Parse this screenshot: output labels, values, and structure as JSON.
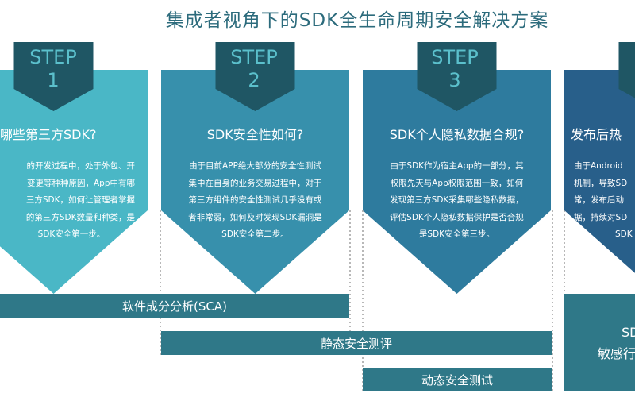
{
  "title": "集成者视角下的SDK全生命周期安全解决方案",
  "colors": {
    "step1": "#4ab7c6",
    "step2": "#3790ac",
    "step3": "#2e7b9e",
    "step4": "#285f8a",
    "tab": "#1f5664",
    "bar": "#2f7888"
  },
  "steps": [
    {
      "label": "STEP",
      "num": "1",
      "heading": "哪些第三方SDK?",
      "lines": [
        "的开发过程中，处于外包、开",
        "变更等种种原因，App中有哪",
        "三方SDK，如何让管理者掌握",
        "的第三方SDK数量和种类，是",
        "SDK安全第一步。"
      ]
    },
    {
      "label": "STEP",
      "num": "2",
      "heading": "SDK安全性如何?",
      "lines": [
        "由于目前APP绝大部分的安全性测试",
        "集中在自身的业务交易过程中，对于",
        "第三方组件的安全性测试几乎没有或",
        "者非常弱，如何及时发现SDK漏洞是",
        "SDK安全第二步。"
      ]
    },
    {
      "label": "STEP",
      "num": "3",
      "heading": "SDK个人隐私数据合规?",
      "lines": [
        "由于SDK作为宿主App的一部分，其",
        "权限先天与App权限范围一致，如何",
        "发现第三方SDK采集哪些隐私数据，",
        "评估SDK个人隐私数据保护是否合规",
        "是SDK安全第三步。"
      ]
    },
    {
      "label": "S",
      "num": "",
      "heading": "发布后热",
      "lines": [
        "由于Android",
        "机制，导致SD",
        "常，发布后动",
        "据，持续对SD",
        "SDK"
      ]
    }
  ],
  "bars": [
    "软件成分分析(SCA)",
    "静态安全测评",
    "动态安全测试"
  ],
  "bar4": [
    "SD",
    "敏感行"
  ]
}
